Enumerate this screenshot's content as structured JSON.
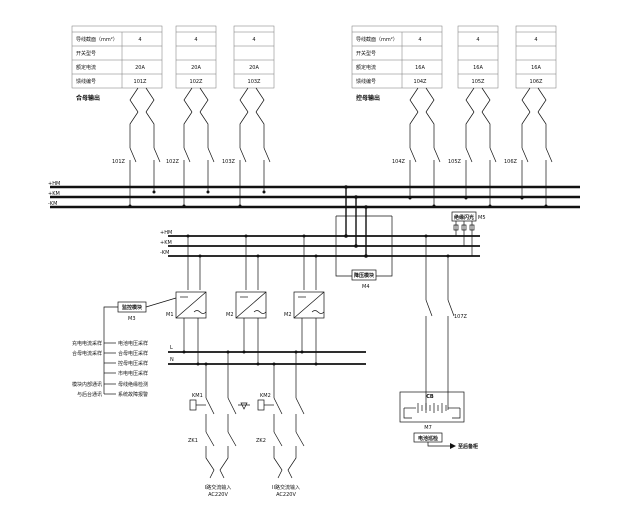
{
  "table_row_labels": [
    "导线截面（mm²）",
    "开关型号",
    "额定电流",
    "馈线编号"
  ],
  "feeder_tables": [
    {
      "id": "t1",
      "values": [
        "4",
        "",
        "20A",
        "101Z"
      ]
    },
    {
      "id": "t2",
      "values": [
        "4",
        "",
        "20A",
        "102Z"
      ]
    },
    {
      "id": "t3",
      "values": [
        "4",
        "",
        "20A",
        "103Z"
      ]
    },
    {
      "id": "t4",
      "values": [
        "4",
        "",
        "16A",
        "104Z"
      ]
    },
    {
      "id": "t5",
      "values": [
        "4",
        "",
        "16A",
        "105Z"
      ]
    },
    {
      "id": "t6",
      "values": [
        "4",
        "",
        "16A",
        "106Z"
      ]
    }
  ],
  "group_labels": {
    "closing": "合母输出",
    "control": "控母输出"
  },
  "breaker_labels": [
    "101Z",
    "102Z",
    "103Z",
    "104Z",
    "105Z",
    "106Z"
  ],
  "top_bus_labels": [
    "+HM",
    "+KM",
    "-KM"
  ],
  "mid_bus_labels": [
    "+HM",
    "+KM",
    "-KM"
  ],
  "bottom_bus_labels": [
    "L",
    "N"
  ],
  "flash_box": {
    "label": "绝缘闪光",
    "code": "M5"
  },
  "step_down": {
    "label": "降压模块",
    "code": "M4"
  },
  "monitor": {
    "label": "监控模块",
    "code": "M3"
  },
  "chargers": [
    "M1",
    "M2",
    "M2"
  ],
  "battery_breaker": "107Z",
  "battery": {
    "code": "CB",
    "meter_code": "M7",
    "meter_label": "电池巡检",
    "out_label": "至后备柜"
  },
  "ac_contactors": [
    "KM1",
    "KM2"
  ],
  "ac_switches": [
    "ZK1",
    "ZK2"
  ],
  "ac_inputs": [
    {
      "line1": "I路交流输入",
      "line2": "AC220V"
    },
    {
      "line1": "II路交流输入",
      "line2": "AC220V"
    }
  ],
  "signal_left": [
    "充电电流采样",
    "合母电流采样",
    "",
    "",
    "模块内部通讯",
    "与后台通讯"
  ],
  "signal_right": [
    "电池电压采样",
    "合母电压采样",
    "控母电压采样",
    "市电电压采样",
    "母线绝缘检测",
    "系统故障报警"
  ]
}
